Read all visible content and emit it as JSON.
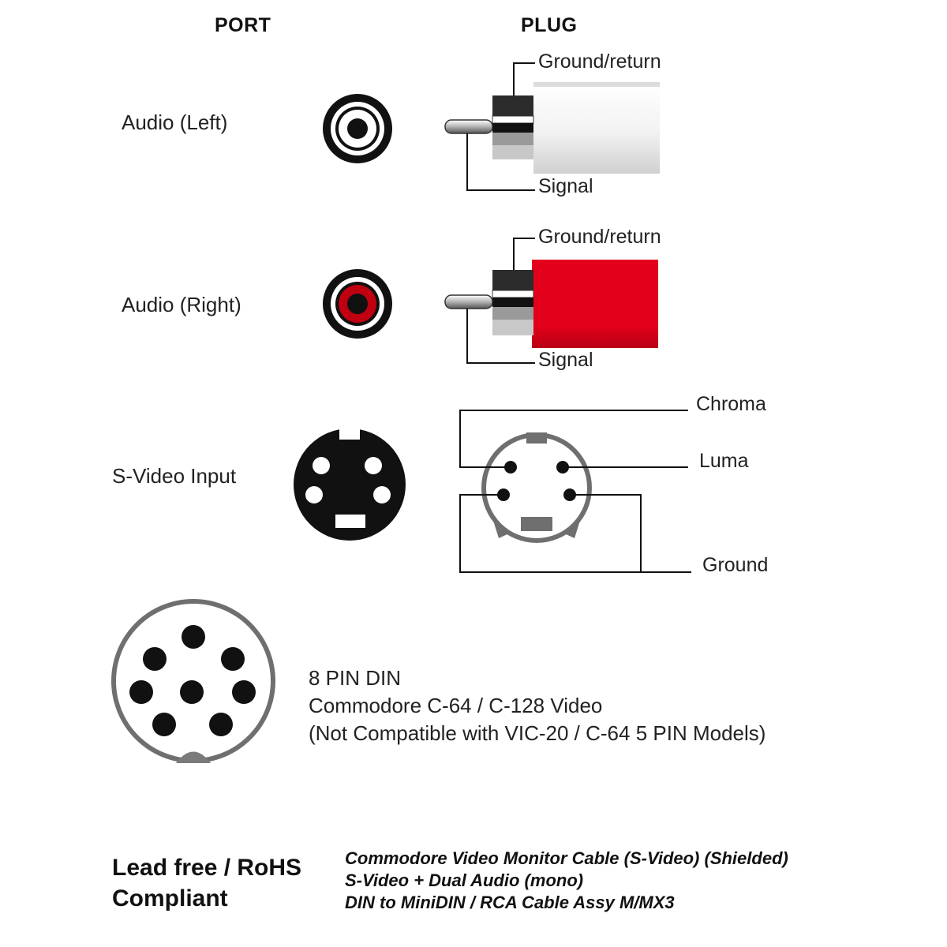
{
  "headers": {
    "port": "PORT",
    "plug": "PLUG"
  },
  "rows": {
    "audio_left": {
      "label": "Audio (Left)",
      "ground_label": "Ground/return",
      "signal_label": "Signal",
      "plug_color": "#f0f0f0",
      "port_color": "#ffffff"
    },
    "audio_right": {
      "label": "Audio (Right)",
      "ground_label": "Ground/return",
      "signal_label": "Signal",
      "plug_color": "#e3001b",
      "port_color": "#c00010"
    },
    "svideo": {
      "label": "S-Video Input",
      "chroma_label": "Chroma",
      "luma_label": "Luma",
      "ground_label": "Ground"
    }
  },
  "din": {
    "line1": "8 PIN DIN",
    "line2": "Commodore C-64 / C-128 Video",
    "line3": "(Not Compatible with VIC-20 / C-64 5 PIN Models)"
  },
  "footer": {
    "left_line1": "Lead free / RoHS",
    "left_line2": "Compliant",
    "right_line1": "Commodore Video Monitor Cable (S-Video) (Shielded)",
    "right_line2": "S-Video + Dual Audio (mono)",
    "right_line3": "DIN to MiniDIN / RCA Cable Assy M/MX3"
  }
}
